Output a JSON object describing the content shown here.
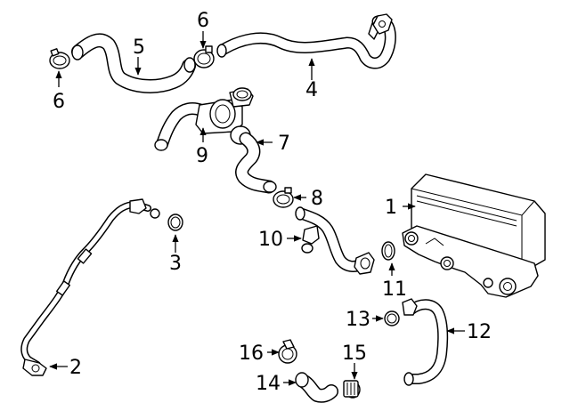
{
  "callouts": {
    "c1": "1",
    "c2": "2",
    "c3": "3",
    "c4": "4",
    "c5": "5",
    "c6a": "6",
    "c6b": "6",
    "c7": "7",
    "c8": "8",
    "c9": "9",
    "c10": "10",
    "c11": "11",
    "c12": "12",
    "c13": "13",
    "c14": "14",
    "c15": "15",
    "c16": "16"
  },
  "colors": {
    "line": "#000000",
    "background": "#ffffff"
  }
}
